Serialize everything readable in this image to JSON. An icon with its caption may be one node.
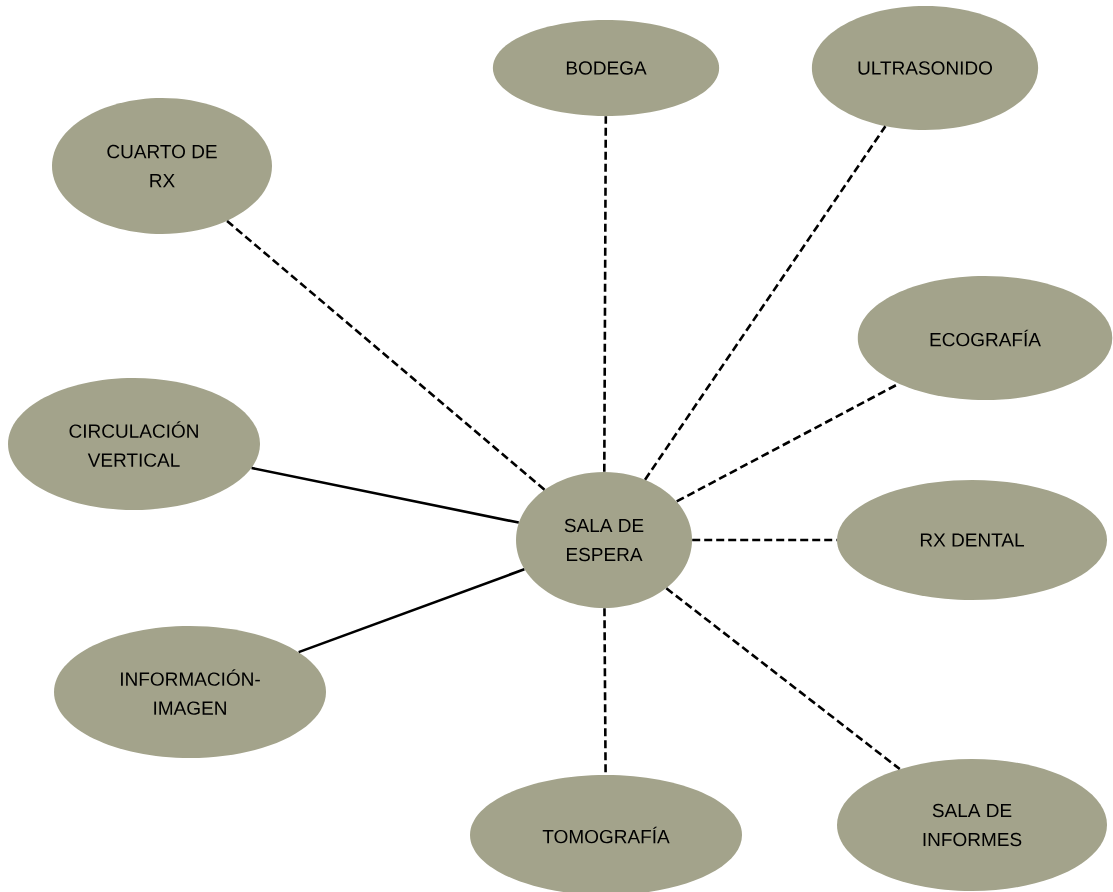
{
  "diagram": {
    "nodes": [
      {
        "text": [
          "BODEGA"
        ]
      },
      {
        "text": [
          "ULTRASONIDO"
        ]
      },
      {
        "text": [
          "CUARTO DE RX"
        ]
      },
      {
        "text": [
          "ECOGRAFÍA"
        ]
      },
      {
        "text": [
          "CIRCULACIÓN VERTICAL"
        ]
      },
      {
        "text": [
          "SALA DE ESPERA"
        ]
      },
      {
        "text": [
          "RX DENTAL"
        ]
      },
      {
        "text": [
          "INFORMACIÓN-IMAGEN"
        ]
      },
      {
        "text": [
          "TOMOGRAFÍA"
        ]
      },
      {
        "text": [
          "SALA DE INFORMES"
        ]
      }
    ],
    "edges": [
      {
        "from": 5,
        "to": 0,
        "arrow": "none",
        "style": "dashed"
      },
      {
        "from": 5,
        "to": 1,
        "arrow": "none",
        "style": "dashed"
      },
      {
        "from": 5,
        "to": 2,
        "arrow": "none",
        "style": "dashed"
      },
      {
        "from": 5,
        "to": 3,
        "arrow": "none",
        "style": "dashed"
      },
      {
        "from": 5,
        "to": 4,
        "arrow": "none"
      },
      {
        "from": 5,
        "to": 6,
        "arrow": "none",
        "style": "dashed"
      },
      {
        "from": 5,
        "to": 7,
        "arrow": "none"
      },
      {
        "from": 5,
        "to": 8,
        "arrow": "none",
        "style": "dashed"
      },
      {
        "from": 5,
        "to": 9,
        "arrow": "none",
        "style": "dashed"
      }
    ]
  }
}
